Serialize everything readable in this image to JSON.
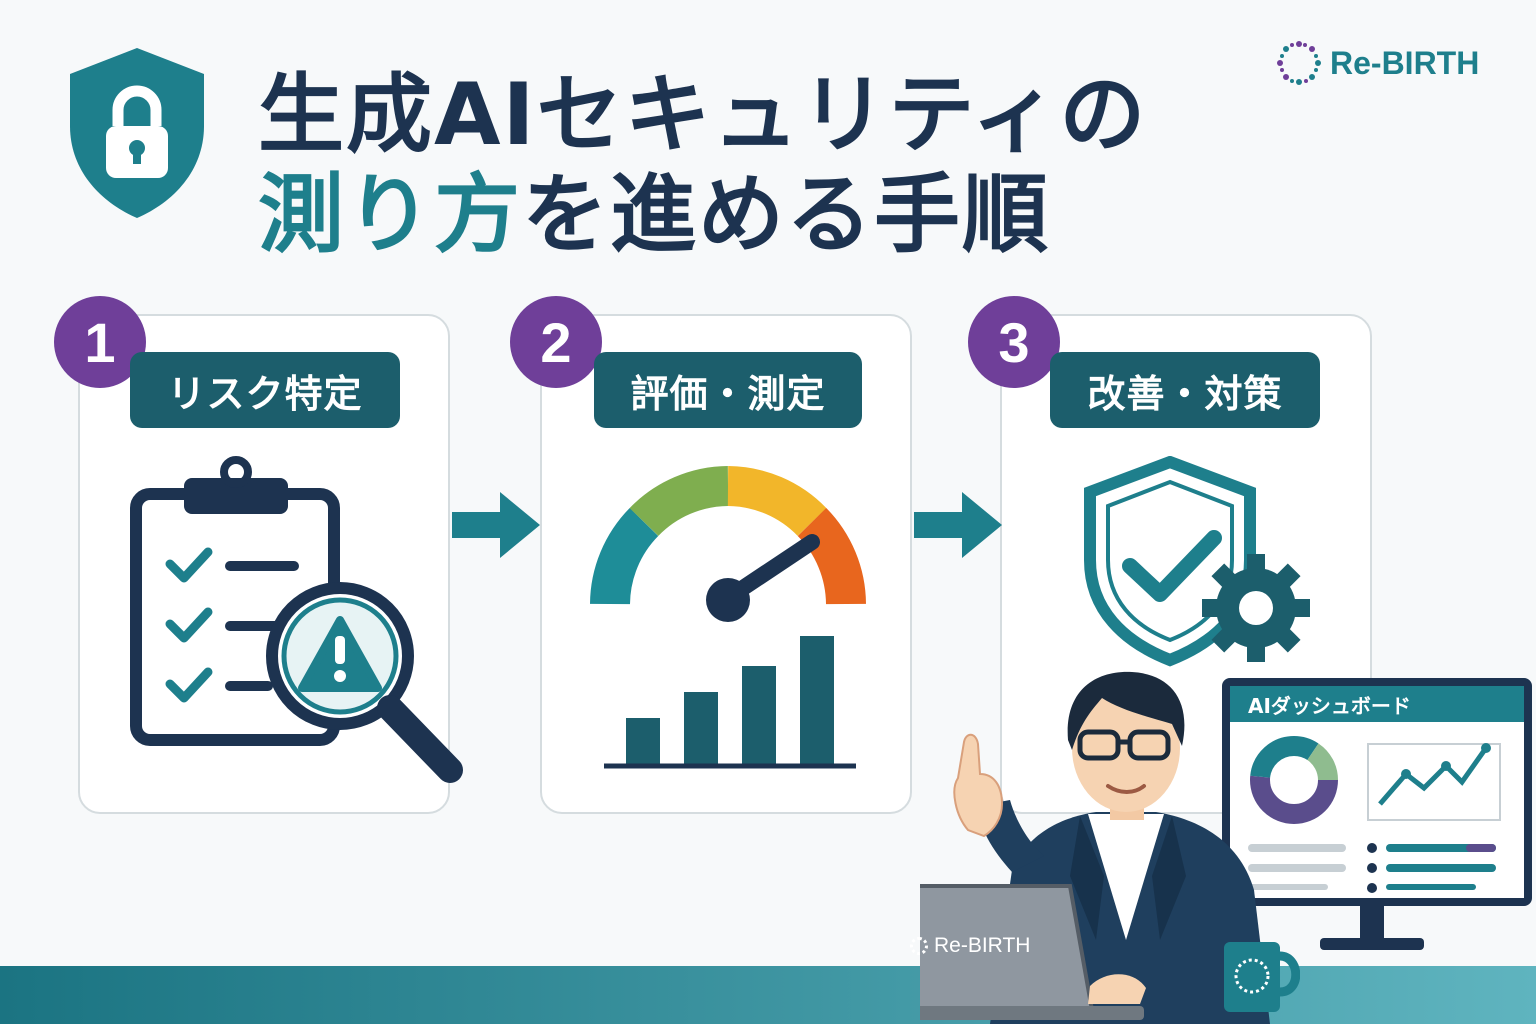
{
  "header": {
    "title_line1": "生成AIセキュリティの",
    "title_line2_part1": "測り方",
    "title_line2_part2": "を進める手順"
  },
  "brand": {
    "name": "Re-BIRTH"
  },
  "steps": [
    {
      "number": "1",
      "label": "リスク特定",
      "icon": "clipboard-search-warning-icon"
    },
    {
      "number": "2",
      "label": "評価・測定",
      "icon": "gauge-bar-chart-icon"
    },
    {
      "number": "3",
      "label": "改善・対策",
      "icon": "shield-check-gear-icon"
    }
  ],
  "dashboard": {
    "title": "AIダッシュボード"
  },
  "laptop": {
    "logo_text": "Re-BIRTH"
  },
  "colors": {
    "navy": "#1d3350",
    "teal": "#1e7f8c",
    "purple": "#6f3f99",
    "pill": "#1c5e6c"
  }
}
